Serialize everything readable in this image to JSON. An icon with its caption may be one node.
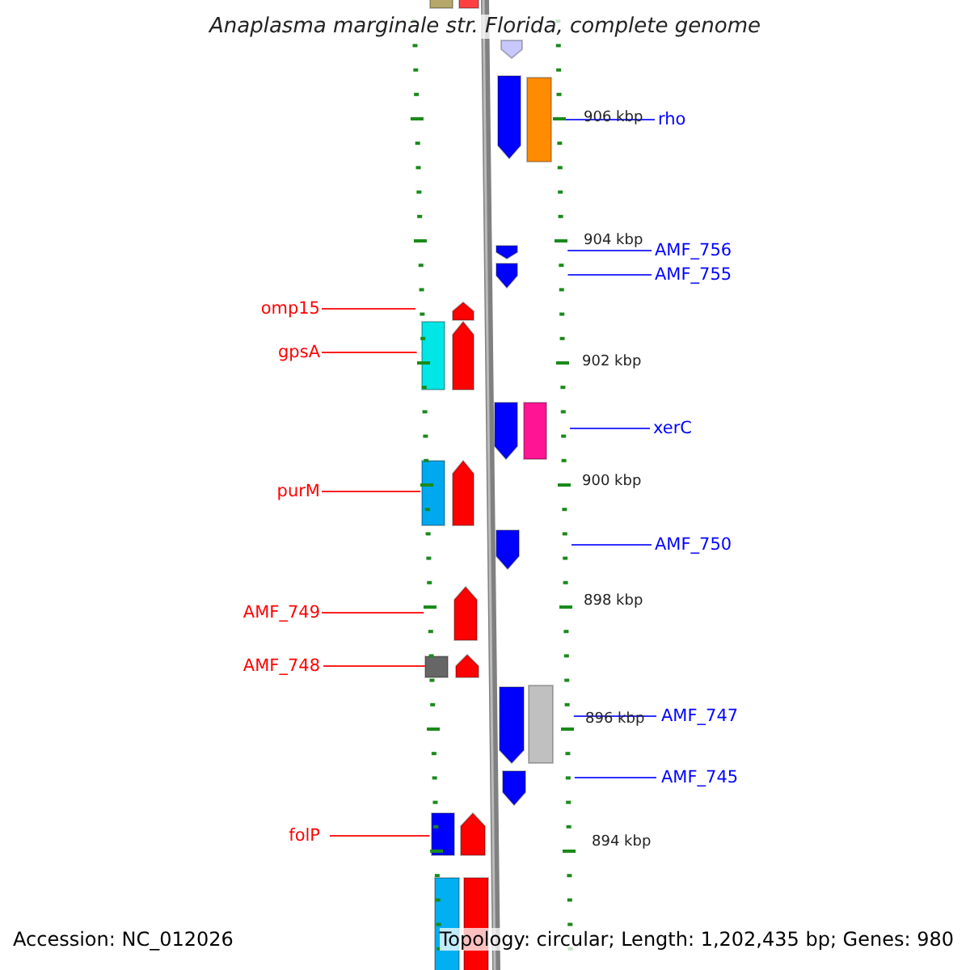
{
  "diagram": {
    "title": "Anaplasma marginale str. Florida, complete genome",
    "nodes": [
      {
        "text": [
          "rho"
        ]
      },
      {
        "text": [
          "AMF_756"
        ]
      },
      {
        "text": [
          "AMF_755"
        ]
      },
      {
        "text": [
          "omp15"
        ]
      },
      {
        "text": [
          "gpsA"
        ]
      },
      {
        "text": [
          "xerC"
        ]
      },
      {
        "text": [
          "purM"
        ]
      },
      {
        "text": [
          "AMF_750"
        ]
      },
      {
        "text": [
          "AMF_749"
        ]
      },
      {
        "text": [
          "AMF_748"
        ]
      },
      {
        "text": [
          "AMF_747"
        ]
      },
      {
        "text": [
          "AMF_745"
        ]
      },
      {
        "text": [
          "folP"
        ]
      },
      {
        "text": [],
        "shape": "bar"
      },
      {
        "text": [],
        "shape": "bar"
      }
    ],
    "edges": [
      {
        "from": 0,
        "to": 14,
        "arrow": "none"
      },
      {
        "from": 1,
        "to": 14,
        "arrow": "none"
      },
      {
        "from": 2,
        "to": 14,
        "arrow": "none"
      },
      {
        "from": 3,
        "to": 13,
        "arrow": "none",
        "color": "#ff2020"
      },
      {
        "from": 4,
        "to": 13,
        "arrow": "none",
        "color": "#ff2020"
      },
      {
        "from": 5,
        "to": 14,
        "arrow": "none"
      },
      {
        "from": 6,
        "to": 13,
        "arrow": "none",
        "color": "#ff2020"
      },
      {
        "from": 7,
        "to": 14,
        "arrow": "none"
      },
      {
        "from": 8,
        "to": 13,
        "arrow": "none",
        "color": "#ff2020"
      },
      {
        "from": 9,
        "to": 13,
        "arrow": "none",
        "color": "#ff2020"
      },
      {
        "from": 10,
        "to": 14,
        "arrow": "none"
      },
      {
        "from": 11,
        "to": 14,
        "arrow": "none"
      },
      {
        "from": 12,
        "to": 13,
        "arrow": "none",
        "color": "#ff2020"
      }
    ],
    "labels": [
      "906 kbp",
      "904 kbp",
      "902 kbp",
      "900 kbp",
      "898 kbp",
      "896 kbp",
      "894 kbp",
      "Accession: NC_012026",
      "Topology: circular; Length: 1,202,435 bp; Genes: 980"
    ]
  }
}
